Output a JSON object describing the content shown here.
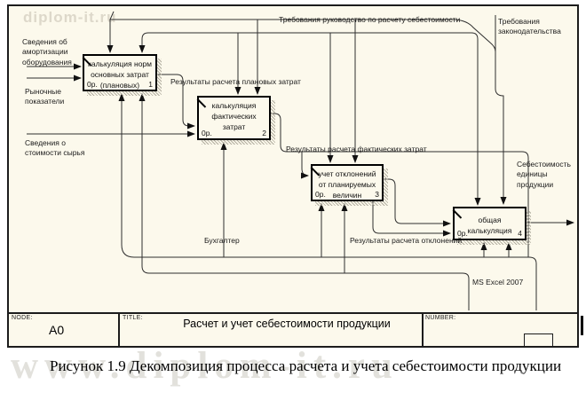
{
  "watermarks": {
    "top": "diplom-it.ru",
    "bottom": "www.diplom-it.ru"
  },
  "diagram": {
    "boxes": [
      {
        "label": "калькуляция норм основных затрат (плановых)",
        "cost": "0р.",
        "num": "1"
      },
      {
        "label": "калькуляция фактических затрат",
        "cost": "0р.",
        "num": "2"
      },
      {
        "label": "учет отклонений от планируемых величин",
        "cost": "0р.",
        "num": "3"
      },
      {
        "label": "общая калькуляция",
        "cost": "0р.",
        "num": "4"
      }
    ],
    "labels": {
      "top_control": "Требования руководство по расчету себестоимости",
      "legislation": "Требования законодательства",
      "amortization": "Сведения об амортизации оборудования",
      "market": "Рыночные показатели",
      "raw_cost": "Сведения о стоимости сырья",
      "planned_results": "Результаты расчета плановых затрат",
      "actual_results": "Результаты расчета фактических затрат",
      "deviation_results": "Результаты расчета отклонений",
      "unit_cost": "Себестоимость единицы продукции",
      "accountant": "Бухгалтер",
      "excel": "MS Excel 2007"
    },
    "title_bar": {
      "node_label": "NODE:",
      "node_value": "A0",
      "title_label": "TITLE:",
      "title_value": "Расчет и учет  себестоимости продукции",
      "number_label": "NUMBER:"
    }
  },
  "caption": "Рисунок 1.9  Декомпозиция процесса расчета и учета себестоимости продукции"
}
